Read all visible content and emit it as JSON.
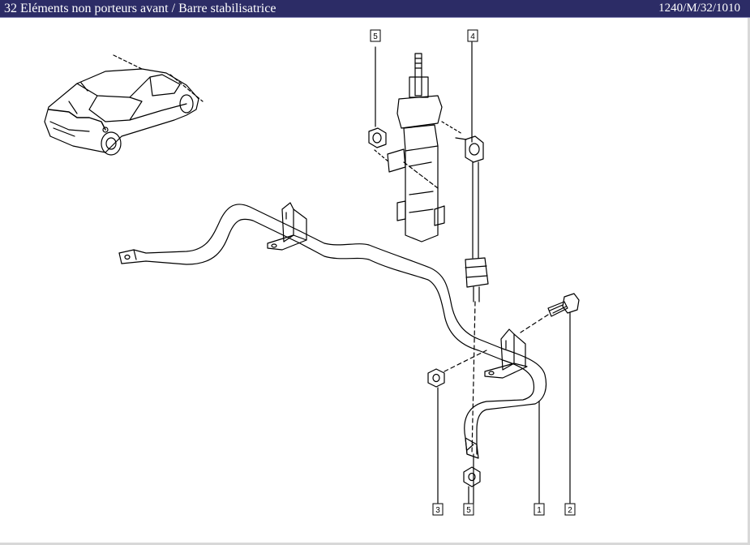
{
  "header": {
    "title": "32 Eléments non porteurs avant / Barre stabilisatrice",
    "reference": "1240/M/32/1010"
  },
  "callouts": [
    {
      "id": "callout-5-top",
      "label": "5",
      "part": "nut"
    },
    {
      "id": "callout-4",
      "label": "4",
      "part": "stabilizer-link"
    },
    {
      "id": "callout-3",
      "label": "3",
      "part": "nut"
    },
    {
      "id": "callout-5-bottom",
      "label": "5",
      "part": "nut"
    },
    {
      "id": "callout-1",
      "label": "1",
      "part": "stabilizer-bar"
    },
    {
      "id": "callout-2",
      "label": "2",
      "part": "bolt"
    }
  ],
  "colors": {
    "titlebar": "#2c2c66",
    "title_text": "#ffffff",
    "line": "#000000"
  }
}
